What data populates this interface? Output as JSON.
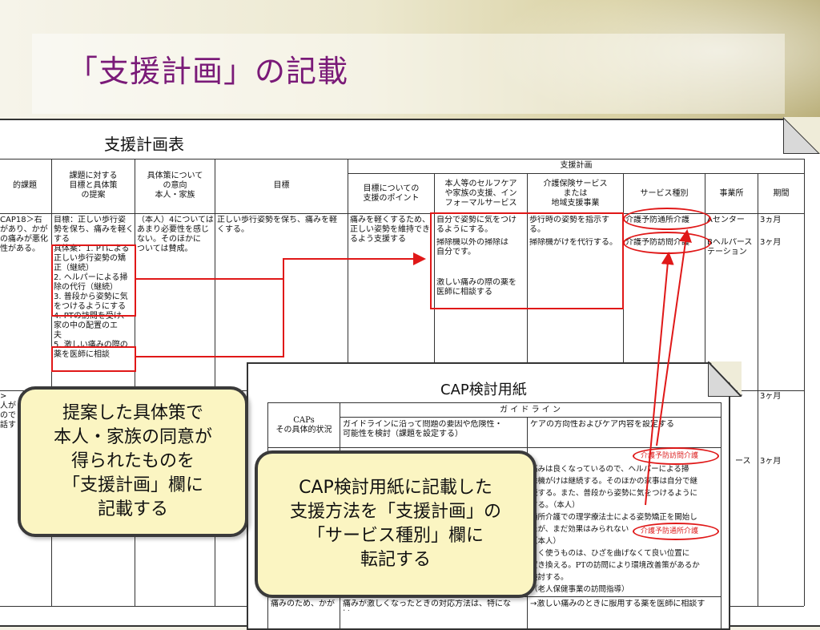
{
  "title": "「支援計画」の記載",
  "plan_sheet": {
    "title": "支援計画表",
    "headers": {
      "issue": "的課題",
      "proposal": "課題に対する\n目標と具体策\nの提案",
      "intent": "具体策について\nの意向\n本人・家族",
      "goal": "目標",
      "group": "支援計画",
      "point": "目標についての\n支援のポイント",
      "selfcare": "本人等のセルフケア\nや家族の支援、イン\nフォーマルサービス",
      "insurance": "介護保険サービス\nまたは\n地域支援事業",
      "service_type": "サービス種別",
      "office": "事業所",
      "period": "期間"
    },
    "rows": [
      {
        "issue": "CAP18＞右\nがあり、かが\nの痛みが悪化\n性がある。",
        "proposal": "目標：正しい歩行姿\n勢を保ち、痛みを軽く\nする\n具体案：1. PTによる\n正しい歩行姿勢の矯\n正（継続）\n2. ヘルパーによる掃\n除の代行（継続）\n3. 普段から姿勢に気\nをつけるようにする\n4. PTの訪問を受け、\n家の中の配置のエ\n夫\n5. 激しい痛みの際の\n薬を医師に相談",
        "intent": "（本人）4については\nあまり必要性を感じ\nない。そのほかに\nついては賛成。",
        "goal": "正しい歩行姿勢を保ち、痛みを軽\nくする。",
        "point": "痛みを軽くするため、\n正しい姿勢を維持でき\nるよう支援する",
        "selfcare_1": "自分で姿勢に気をつけ\nるようにする。",
        "selfcare_2": "掃除機以外の掃除は\n自分です。",
        "selfcare_3": "激しい痛みの際の薬を\n医師に相談する",
        "insurance_1": "歩行時の姿勢を指示す\nる。",
        "insurance_2": "掃除機がけを代行する。",
        "service_1": "介護予防通所介護",
        "service_2": "介護予防訪問介護",
        "office_1": "Aセンター",
        "office_2": "Bヘルパース\nテーション",
        "period_1": "3ヵ月",
        "period_2": "3ヶ月"
      },
      {
        "issue": ">\n人が\nので\n話す",
        "period_1": "3ヶ月",
        "office_1": "ー",
        "period_2": "3ヶ月",
        "office_2": "ース"
      }
    ]
  },
  "cap_sheet": {
    "title": "CAP検討用紙",
    "guide_header": "ガ イ ド ラ イ ン",
    "col_caps": "CAPs\nその具体的状況",
    "col_guideline": "ガイドラインに沿って問題の要因や危険性・\n可能性を検討（課題を設定する）",
    "col_care": "ケアの方向性およびケア内容を設定する",
    "annot_visit": "介護予防訪問介護",
    "annot_day": "介護予防通所介護",
    "care_lines": [
      "痛みは良くなっているので、ヘルパーによる掃",
      "除機がけは継続する。そのほかの家事は自分で継",
      "続する。また、普段から姿勢に気をつけるように",
      "する。（本人）",
      "通所介護での理学療法士による姿勢矯正を開始し",
      "たが、まだ効果はみられない",
      "（本人）",
      "よく使うものは、ひざを曲げなくて良い位置に",
      "置き換える。PTの訪問により環境改善策があるか",
      "検討する。",
      "（老人保健事業の訪問指導）"
    ],
    "bottom_left": "痛みのため、かが",
    "bottom_mid": "痛みが激しくなったときの対応方法は、特にない。",
    "bottom_right": "→激しい痛みのときに服用する薬を医師に相談す"
  },
  "callouts": {
    "left": "提案した具体策で\n本人・家族の同意が\n得られたものを\n「支援計画」欄に\n記載する",
    "right": "CAP検討用紙に記載した\n支援方法を「支援計画」の\n「サービス種別」欄に\n転記する"
  },
  "colors": {
    "title": "#7a1a78",
    "annotation": "#e01818",
    "callout_fill": "#fbf5c2"
  }
}
